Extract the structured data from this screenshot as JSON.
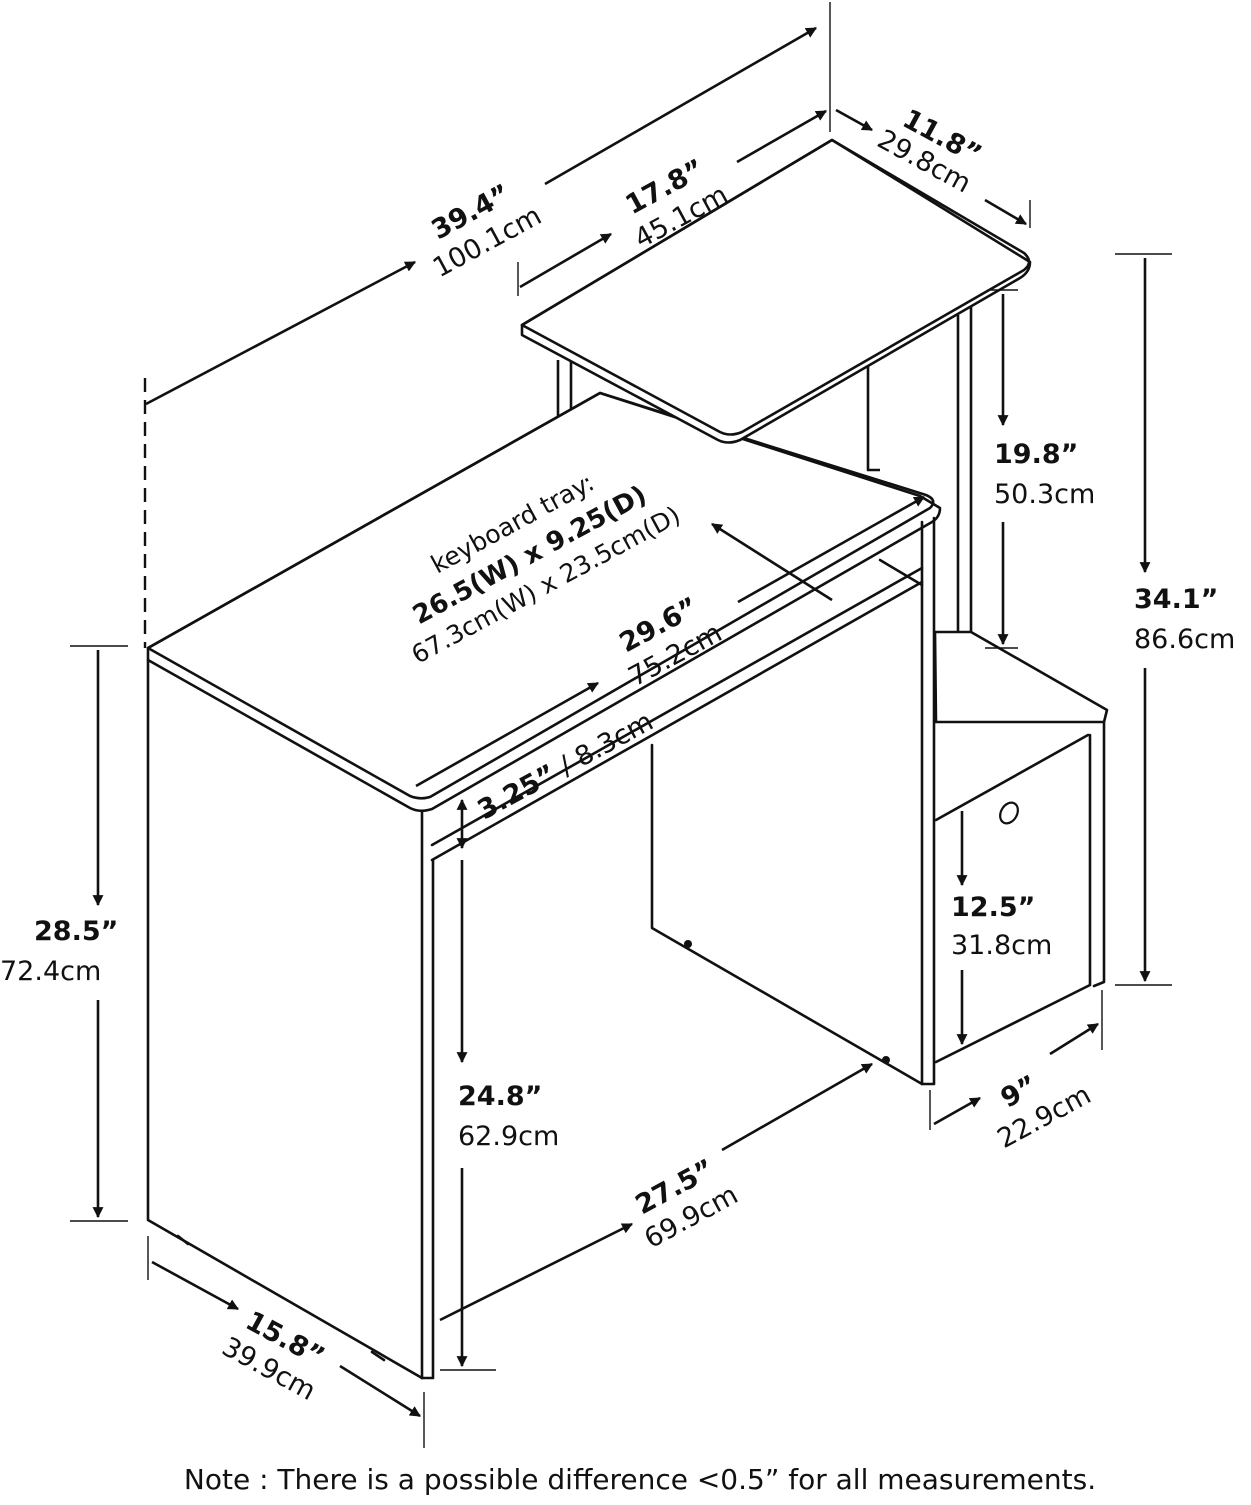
{
  "dimensions": {
    "overall_width": {
      "imperial": "39.4”",
      "metric": "100.1cm"
    },
    "shelf_width": {
      "imperial": "17.8”",
      "metric": "45.1cm"
    },
    "shelf_depth": {
      "imperial": "11.8”",
      "metric": "29.8cm"
    },
    "shelf_clearance": {
      "imperial": "19.8”",
      "metric": "50.3cm"
    },
    "total_height": {
      "imperial": "34.1”",
      "metric": "86.6cm"
    },
    "keyboard_tray": {
      "label": "keyboard tray:",
      "imperial": "26.5(W) x 9.25(D)",
      "metric": "67.3cm(W) x 23.5cm(D)"
    },
    "tray_width": {
      "imperial": "29.6”",
      "metric": "75.2cm"
    },
    "tray_height": {
      "imperial": "3.25”",
      "separator": " / ",
      "metric": "8.3cm"
    },
    "desk_height": {
      "imperial": "28.5”",
      "metric": "72.4cm"
    },
    "leg_clearance": {
      "imperial": "24.8”",
      "metric": "62.9cm"
    },
    "knee_width": {
      "imperial": "27.5”",
      "metric": "69.9cm"
    },
    "desk_depth": {
      "imperial": "15.8”",
      "metric": "39.9cm"
    },
    "cubby_height": {
      "imperial": "12.5”",
      "metric": "31.8cm"
    },
    "cubby_width": {
      "imperial": "9”",
      "metric": "22.9cm"
    }
  },
  "note": "Note : There is a possible difference <0.5” for all measurements."
}
